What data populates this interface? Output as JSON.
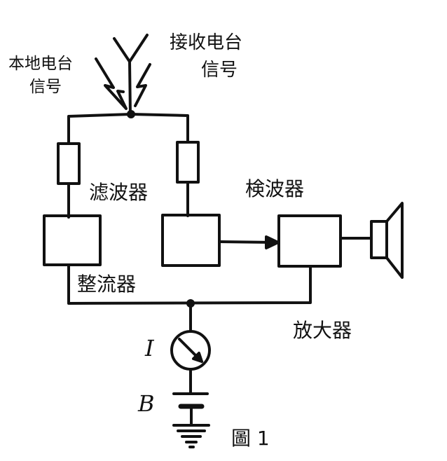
{
  "labels": {
    "local_station_line1": "本地电台",
    "local_station_line2": "信号",
    "receive_station_line1": "接收电台",
    "receive_station_line2": "信号",
    "filter": "滤波器",
    "detector": "検波器",
    "rectifier": "整流器",
    "amplifier": "放大器",
    "meter_symbol": "I",
    "battery_symbol": "B",
    "figure_caption": "圖 1"
  },
  "colors": {
    "ink": "#111111",
    "paper": "#ffffff"
  },
  "icons": [
    "antenna-icon",
    "lightning-icon",
    "meter-icon",
    "battery-icon",
    "ground-icon",
    "speaker-icon"
  ]
}
